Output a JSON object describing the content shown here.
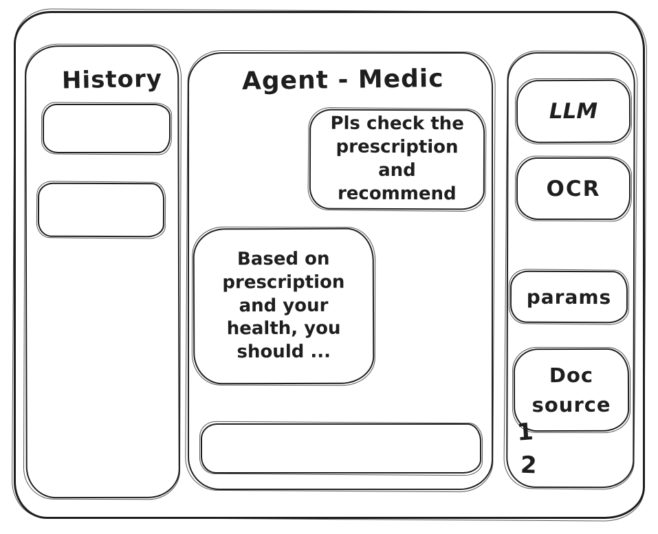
{
  "colors": {
    "ink": "#1e1e1e",
    "background": "#ffffff"
  },
  "history": {
    "title": "History",
    "items": [
      {
        "label": ""
      },
      {
        "label": ""
      }
    ]
  },
  "chat": {
    "title": "Agent - Medic",
    "messages": [
      {
        "role": "user",
        "text": "Pls check the prescription and recommend"
      },
      {
        "role": "assistant",
        "text": "Based on prescription and your health, you should ..."
      }
    ],
    "input": {
      "value": "",
      "placeholder": ""
    }
  },
  "tools": {
    "buttons": [
      {
        "id": "llm",
        "label": "LLM"
      },
      {
        "id": "ocr",
        "label": "OCR"
      },
      {
        "id": "params",
        "label": "params"
      },
      {
        "id": "doc-source",
        "label": "Doc source"
      }
    ],
    "annotations": [
      "1",
      "2"
    ]
  }
}
